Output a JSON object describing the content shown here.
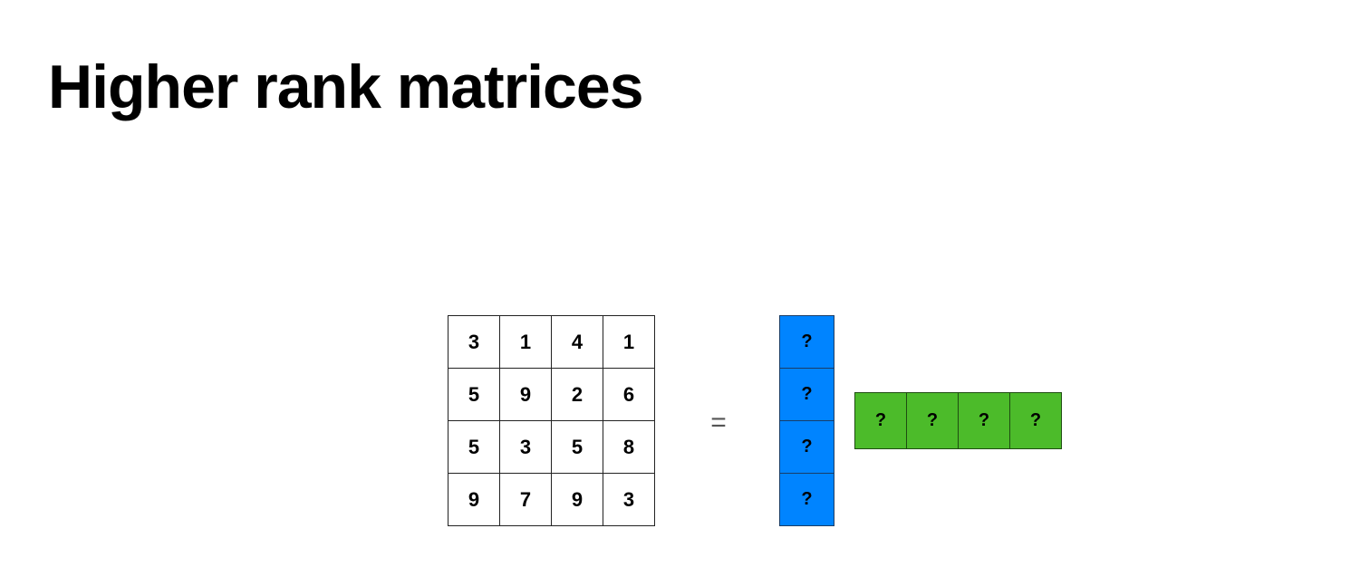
{
  "slide": {
    "title": "Higher rank matrices"
  },
  "diagram": {
    "matrix": [
      [
        "3",
        "1",
        "4",
        "1"
      ],
      [
        "5",
        "9",
        "2",
        "6"
      ],
      [
        "5",
        "3",
        "5",
        "8"
      ],
      [
        "9",
        "7",
        "9",
        "3"
      ]
    ],
    "equals": "=",
    "column_vector": [
      "?",
      "?",
      "?",
      "?"
    ],
    "row_vector": [
      "?",
      "?",
      "?",
      "?"
    ]
  },
  "colors": {
    "column_vector_fill": "#0084ff",
    "row_vector_fill": "#4cbb2a",
    "matrix_fill": "#ffffff",
    "text": "#000000"
  }
}
